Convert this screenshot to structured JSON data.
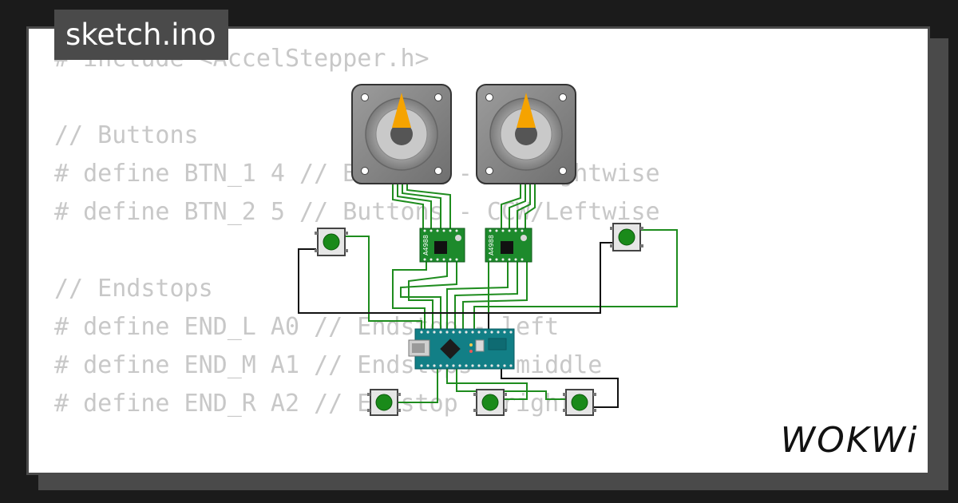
{
  "title": "sketch.ino",
  "code_lines": [
    "# include <AccelStepper.h>",
    "",
    "// Buttons",
    "# define BTN_1 4 // Buttons - CW/Rightwise",
    "# define BTN_2 5 // Buttons - CCW/Leftwise",
    "",
    "// Endstops",
    "# define END_L A0 // Endstop - left",
    "# define END_M A1 // Endstops - middle",
    "# define END_R A2 // Endstop - right"
  ],
  "driver_label": "A4988",
  "logo_text": "WOKWi",
  "colors": {
    "background": "#1b1b1b",
    "frame": "#4a4a4a",
    "code_text": "#c8c8c8",
    "wire_green": "#1e8c1e",
    "wire_black": "#111111",
    "board_teal": "#127f86",
    "driver_green": "#1d8a2c",
    "button_green": "#1a8a1a",
    "motor_pointer": "#f5a300"
  }
}
